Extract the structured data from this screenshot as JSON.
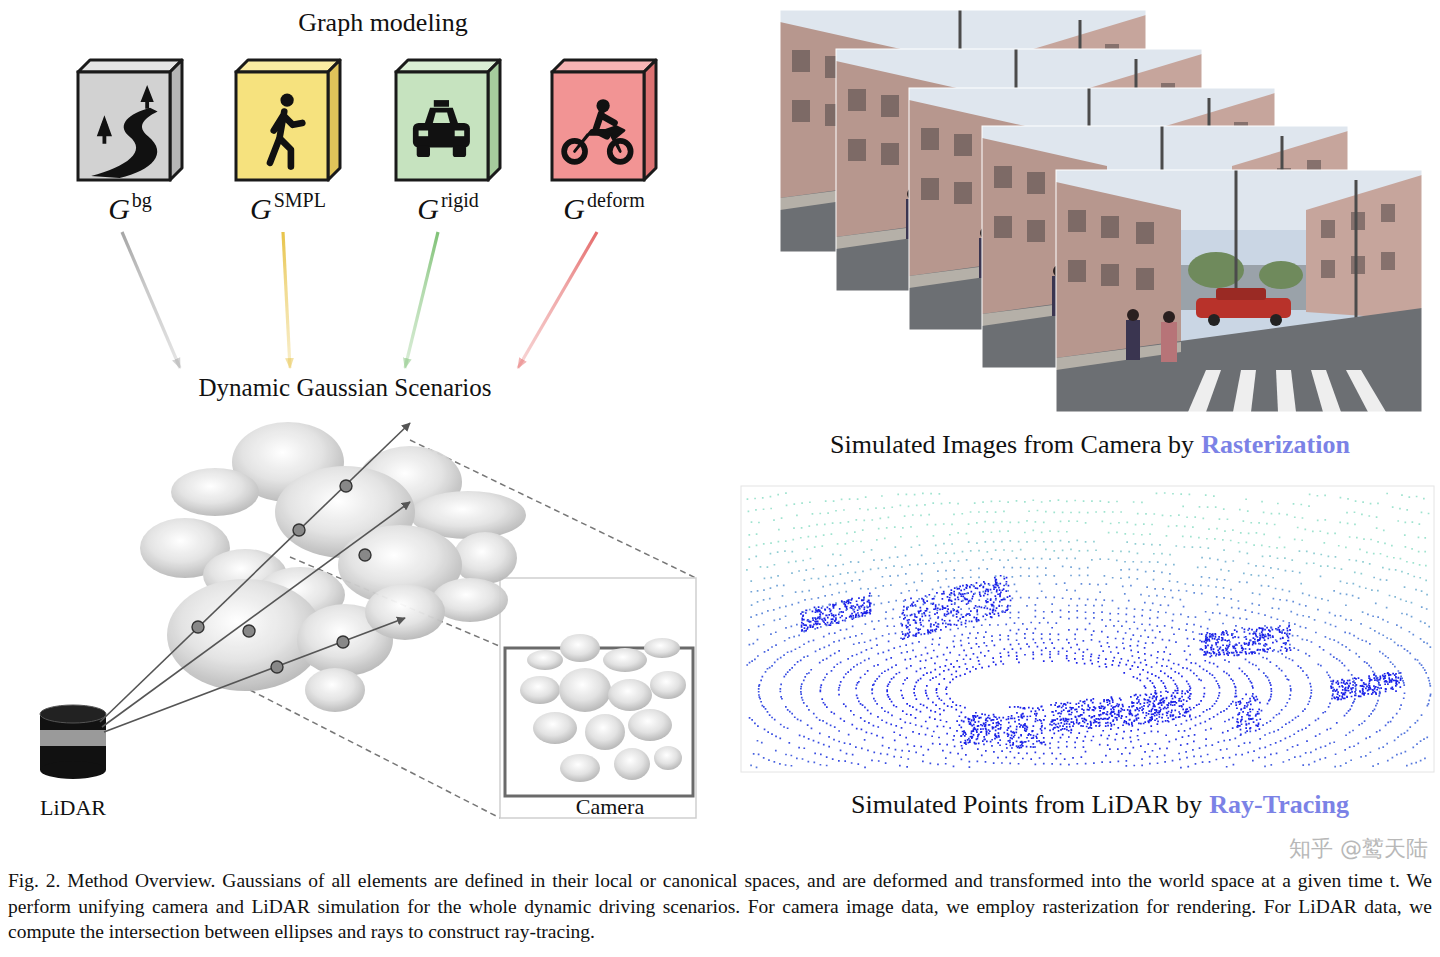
{
  "diagram": {
    "caption": "Fig. 2. Method Overview. Gaussians of all elements are defined in their local or canonical spaces, and are deformed and transformed into the world space at a given time t. We perform unifying camera and LiDAR simulation for the whole dynamic driving scenarios. For camera image data, we employ rasterization for rendering. For LiDAR data, we compute the intersection between ellipses and rays to construct ray-tracing.",
    "nodes": [
      {
        "text": [
          "G",
          "bg"
        ]
      },
      {
        "text": [
          "G",
          "SMPL"
        ]
      },
      {
        "text": [
          "G",
          "rigid"
        ]
      },
      {
        "text": [
          "G",
          "deform"
        ]
      },
      {
        "text": [
          "Dynamic Gaussian Scenarios"
        ]
      }
    ],
    "edges": [
      {
        "from": 0,
        "to": 4,
        "arrow": "to"
      },
      {
        "from": 1,
        "to": 4,
        "arrow": "to"
      },
      {
        "from": 2,
        "to": 4,
        "arrow": "to"
      },
      {
        "from": 3,
        "to": 4,
        "arrow": "to"
      }
    ],
    "labels": [
      "Graph modeling",
      "LiDAR",
      "Camera",
      "Simulated Images from Camera by",
      "Rasterization",
      "Simulated Points from LiDAR by",
      "Ray-Tracing",
      "知乎 @鹫天陆"
    ]
  }
}
